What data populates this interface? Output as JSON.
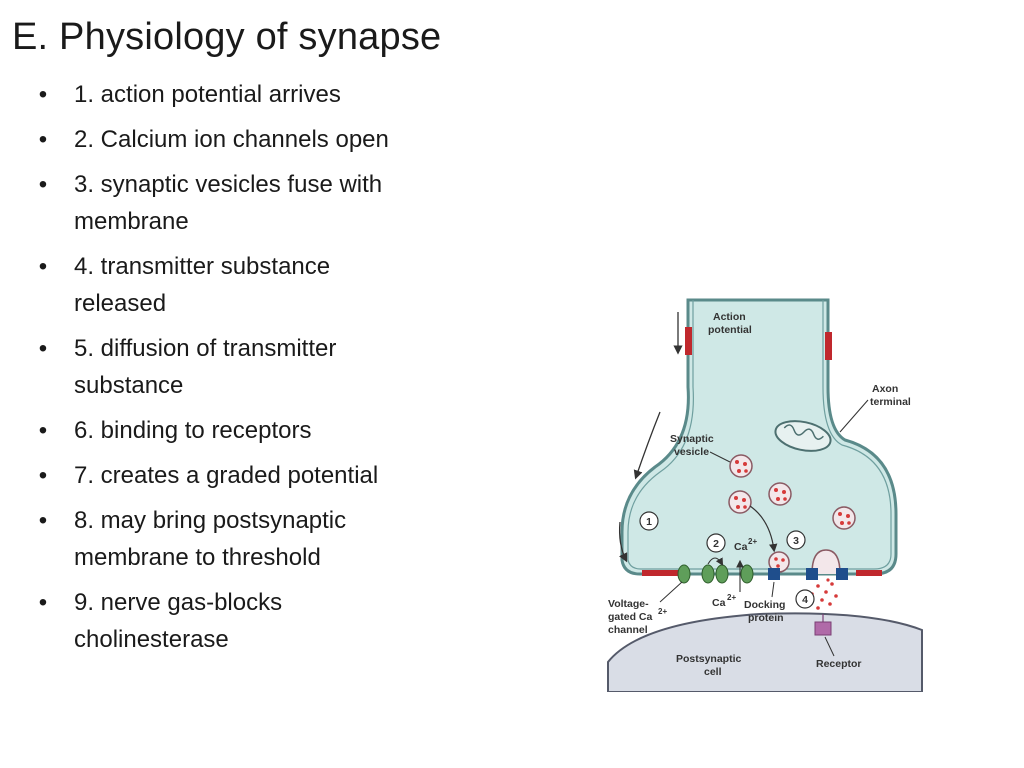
{
  "title": "E.  Physiology of synapse",
  "bullets": [
    "1.  action potential arrives",
    "2.  Calcium ion channels open",
    "3.  synaptic vesicles fuse with membrane",
    "4.  transmitter substance released",
    "5.  diffusion of transmitter substance",
    "6.  binding to receptors",
    "7.  creates a graded potential",
    "8.  may bring postsynaptic membrane to threshold",
    "9.  nerve gas-blocks cholinesterase"
  ],
  "bullet_symbol": "•",
  "diagram": {
    "labels": {
      "action_potential_1": "Action",
      "action_potential_2": "potential",
      "axon_terminal_1": "Axon",
      "axon_terminal_2": "terminal",
      "synaptic_vesicle_1": "Synaptic",
      "synaptic_vesicle_2": "vesicle",
      "voltage_gated_1": "Voltage-",
      "voltage_gated_2": "gated Ca",
      "voltage_gated_3": "channel",
      "ca_ion": "Ca",
      "docking_protein_1": "Docking",
      "docking_protein_2": "protein",
      "postsynaptic_1": "Postsynaptic",
      "postsynaptic_2": "cell",
      "receptor": "Receptor",
      "step_1": "1",
      "step_2": "2",
      "step_3": "3",
      "step_4": "4"
    },
    "colors": {
      "cytoplasm": "#cfe8e6",
      "membrane": "#5a8a8a",
      "depolarized": "#c0282d",
      "channel": "#5f9e5a",
      "docking": "#1f4e8c",
      "receptor": "#b06aa8",
      "transmitter": "#d63a3a",
      "postsynaptic": "#d9dde6"
    }
  }
}
